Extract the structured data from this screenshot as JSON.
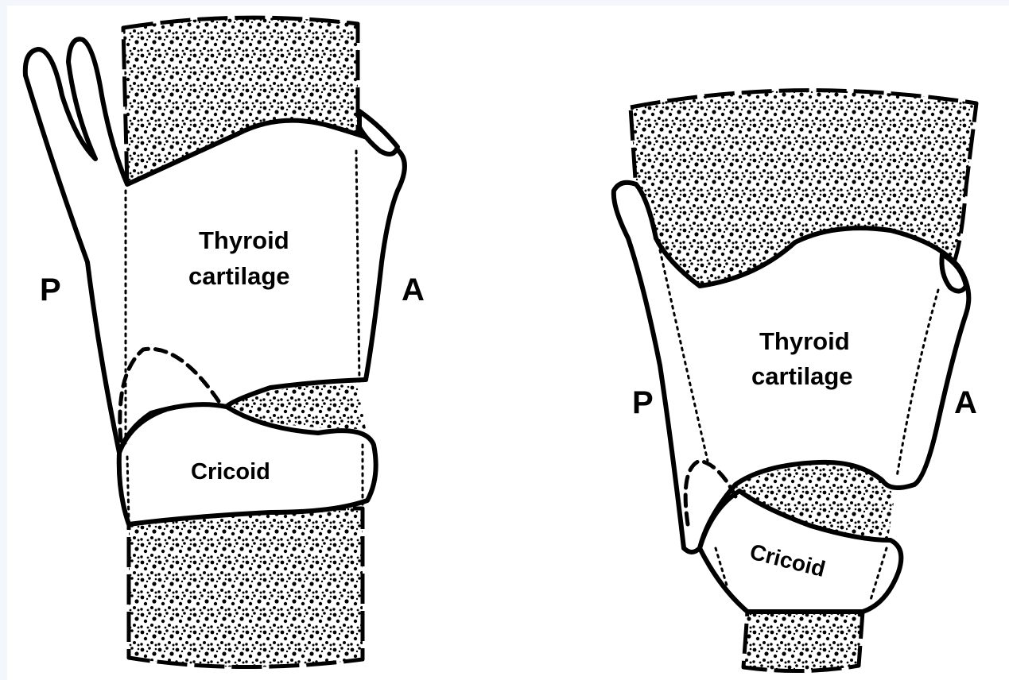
{
  "figure": {
    "left_panel": {
      "posterior_label": "P",
      "anterior_label": "A",
      "thyroid_label_line1": "Thyroid",
      "thyroid_label_line2": "cartilage",
      "cricoid_label": "Cricoid"
    },
    "right_panel": {
      "posterior_label": "P",
      "anterior_label": "A",
      "thyroid_label_line1": "Thyroid",
      "thyroid_label_line2": "cartilage",
      "cricoid_label": "Cricoid"
    }
  }
}
